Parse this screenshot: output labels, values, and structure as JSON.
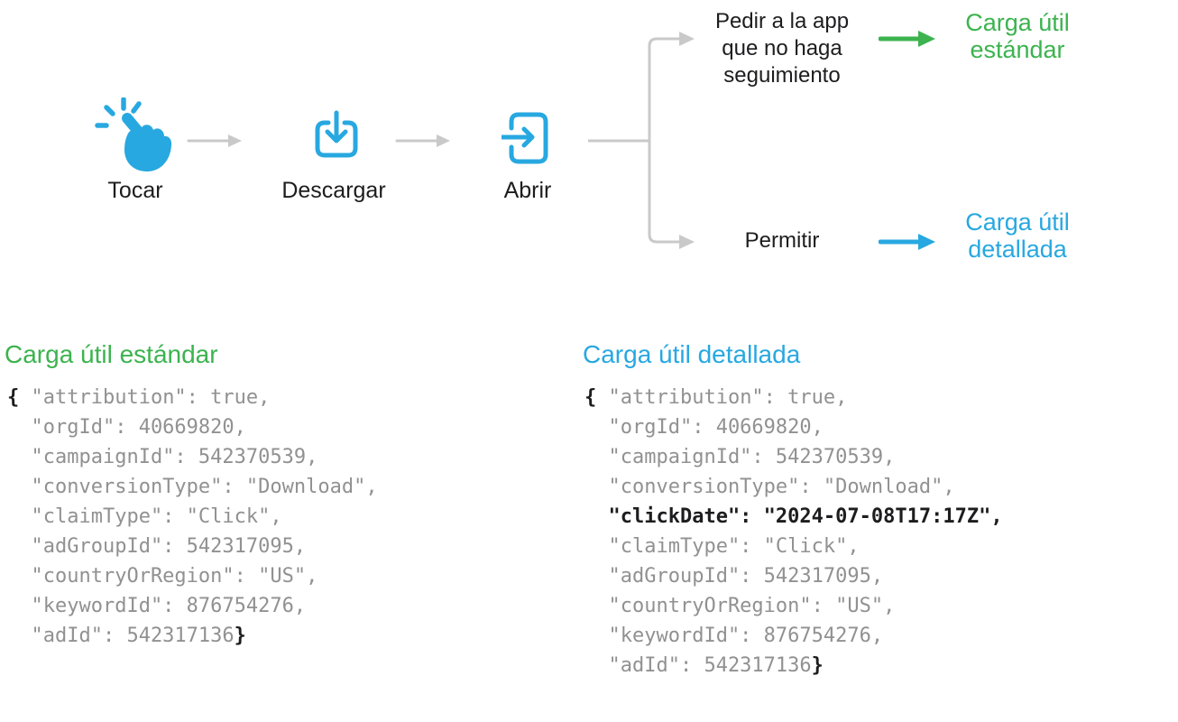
{
  "colors": {
    "blue": "#28A8E0",
    "green": "#3CB34F",
    "lineGray": "#C9C9C9",
    "codeGray": "#919191",
    "ink": "#1D1D1F"
  },
  "flow": {
    "steps": [
      {
        "label": "Tocar",
        "icon": "tap-icon"
      },
      {
        "label": "Descargar",
        "icon": "download-icon"
      },
      {
        "label": "Abrir",
        "icon": "open-icon"
      }
    ],
    "branches": {
      "track_denied": {
        "condition": "Pedir a la app\nque no haga\nseguimiento",
        "outcome": "Carga útil\nestándar",
        "accent": "#3CB34F"
      },
      "track_allowed": {
        "condition": "Permitir",
        "outcome": "Carga útil\ndetallada",
        "accent": "#28A8E0"
      }
    }
  },
  "payloads": {
    "standard": {
      "title": "Carga útil estándar",
      "lines": [
        [
          {
            "s": "{",
            "c": "brace"
          },
          {
            "s": " \"attribution\": true,",
            "c": "dim"
          }
        ],
        [
          {
            "s": "  \"orgId\": 40669820,",
            "c": "dim"
          }
        ],
        [
          {
            "s": "  \"campaignId\": 542370539,",
            "c": "dim"
          }
        ],
        [
          {
            "s": "  \"conversionType\": \"Download\",",
            "c": "dim"
          }
        ],
        [
          {
            "s": "  \"claimType\": \"Click\",",
            "c": "dim"
          }
        ],
        [
          {
            "s": "  \"adGroupId\": 542317095,",
            "c": "dim"
          }
        ],
        [
          {
            "s": "  \"countryOrRegion\": \"US\",",
            "c": "dim"
          }
        ],
        [
          {
            "s": "  \"keywordId\": 876754276,",
            "c": "dim"
          }
        ],
        [
          {
            "s": "  \"adId\": 542317136",
            "c": "dim"
          },
          {
            "s": "}",
            "c": "brace"
          }
        ]
      ]
    },
    "detailed": {
      "title": "Carga útil detallada",
      "lines": [
        [
          {
            "s": "{",
            "c": "brace"
          },
          {
            "s": " \"attribution\": true,",
            "c": "dim"
          }
        ],
        [
          {
            "s": "  \"orgId\": 40669820,",
            "c": "dim"
          }
        ],
        [
          {
            "s": "  \"campaignId\": 542370539,",
            "c": "dim"
          }
        ],
        [
          {
            "s": "  \"conversionType\": \"Download\",",
            "c": "dim"
          }
        ],
        [
          {
            "s": "  \"clickDate\": \"2024-07-08T17:17Z\",",
            "c": "emph"
          }
        ],
        [
          {
            "s": "  \"claimType\": \"Click\",",
            "c": "dim"
          }
        ],
        [
          {
            "s": "  \"adGroupId\": 542317095,",
            "c": "dim"
          }
        ],
        [
          {
            "s": "  \"countryOrRegion\": \"US\",",
            "c": "dim"
          }
        ],
        [
          {
            "s": "  \"keywordId\": 876754276,",
            "c": "dim"
          }
        ],
        [
          {
            "s": "  \"adId\": 542317136",
            "c": "dim"
          },
          {
            "s": "}",
            "c": "brace"
          }
        ]
      ]
    }
  }
}
